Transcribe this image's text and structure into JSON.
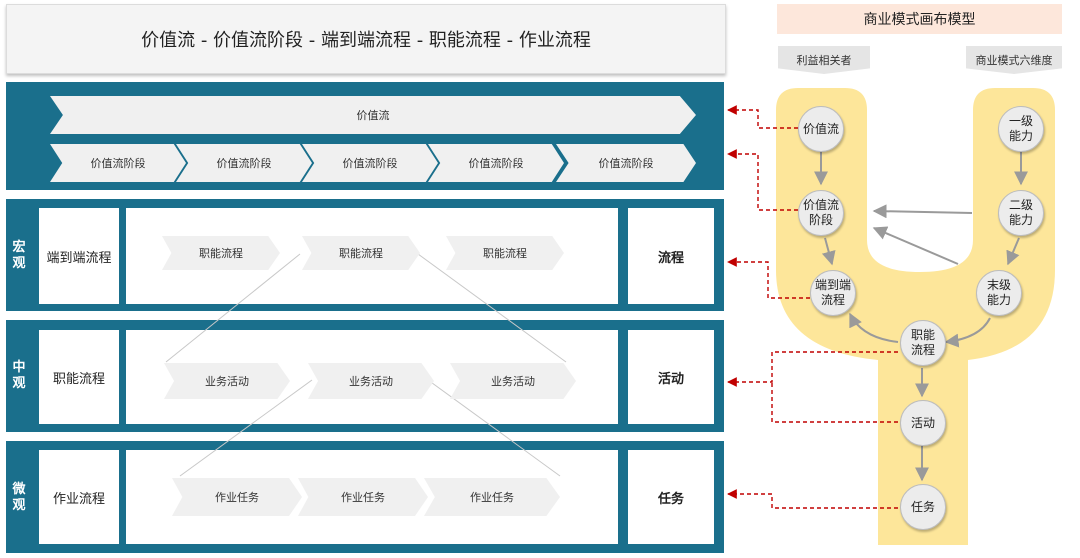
{
  "header": {
    "title": "价值流 - 价值流阶段 - 端到端流程 - 职能流程 - 作业流程"
  },
  "value_stream": {
    "arrow_label": "价值流",
    "stages": [
      "价值流阶段",
      "价值流阶段",
      "价值流阶段",
      "价值流阶段",
      "价值流阶段"
    ]
  },
  "macro": {
    "side_label": "宏观",
    "row_label": "端到端流程",
    "items": [
      "职能流程",
      "职能流程",
      "职能流程"
    ],
    "right_label": "流程"
  },
  "meso": {
    "side_label": "中观",
    "row_label": "职能流程",
    "items": [
      "业务活动",
      "业务活动",
      "业务活动"
    ],
    "right_label": "活动"
  },
  "micro": {
    "side_label": "微观",
    "row_label": "作业流程",
    "items": [
      "作业任务",
      "作业任务",
      "作业任务"
    ],
    "right_label": "任务"
  },
  "canvas": {
    "title": "商业模式画布模型",
    "tag_left": "利益相关者",
    "tag_right": "商业模式六维度",
    "nodes": {
      "value_stream": "价值流",
      "value_stage": "价值流\n阶段",
      "e2e": "端到端\n流程",
      "cap1": "一级\n能力",
      "cap2": "二级\n能力",
      "cap_end": "末级\n能力",
      "func": "职能\n流程",
      "activity": "活动",
      "task": "任务"
    }
  },
  "colors": {
    "band": "#1a6f8c",
    "u_shape": "#fde69a",
    "connector": "#c00000"
  }
}
